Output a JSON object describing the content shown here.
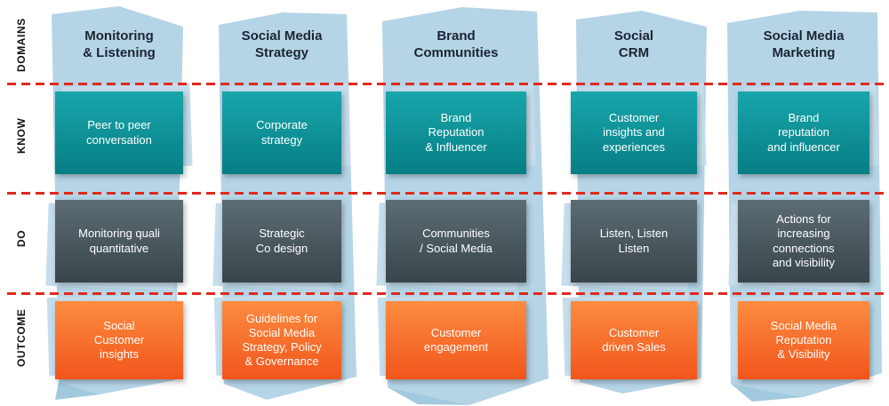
{
  "row_labels": [
    "DOMAINS",
    "KNOW",
    "DO",
    "OUTCOME"
  ],
  "columns": [
    {
      "header": "Monitoring\n& Listening",
      "know": "Peer to peer\nconversation",
      "do": "Monitoring quali\nquantitative",
      "outcome": "Social\nCustomer\ninsights"
    },
    {
      "header": "Social Media\nStrategy",
      "know": "Corporate\nstrategy",
      "do": "Strategic\nCo design",
      "outcome": "Guidelines for\nSocial Media\nStrategy, Policy\n& Governance"
    },
    {
      "header": "Brand\nCommunities",
      "know": "Brand\nReputation\n& Influencer",
      "do": "Communities\n/ Social Media",
      "outcome": "Customer\nengagement"
    },
    {
      "header": "Social\nCRM",
      "know": "Customer\ninsights and\nexperiences",
      "do": "Listen, Listen\nListen",
      "outcome": "Customer\ndriven Sales"
    },
    {
      "header": "Social Media\nMarketing",
      "know": "Brand\nreputation\nand influencer",
      "do": "Actions for\nincreasing\nconnections\nand visibility",
      "outcome": "Social Media\nReputation\n& Visibility"
    }
  ],
  "colors": {
    "banner_blue": "#b5d5e7",
    "know_teal": "#0d9aa0",
    "do_slate": "#47565c",
    "outcome_orange": "#f6671f",
    "divider_red": "#e02a1e",
    "header_text": "#1b2433",
    "box_text": "#ffffff"
  }
}
